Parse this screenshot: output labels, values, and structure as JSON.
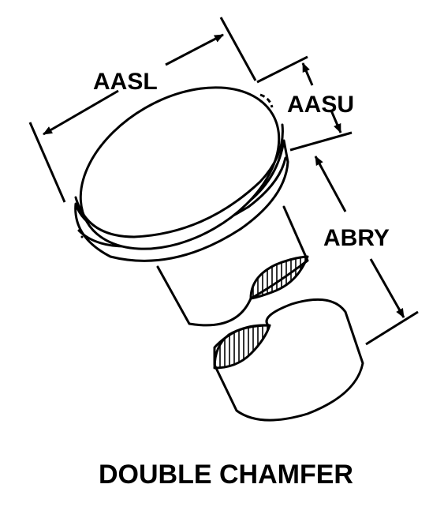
{
  "diagram": {
    "caption": "DOUBLE CHAMFER",
    "dimensions": {
      "aasl": "AASL",
      "aasu": "AASU",
      "abry": "ABRY"
    }
  }
}
